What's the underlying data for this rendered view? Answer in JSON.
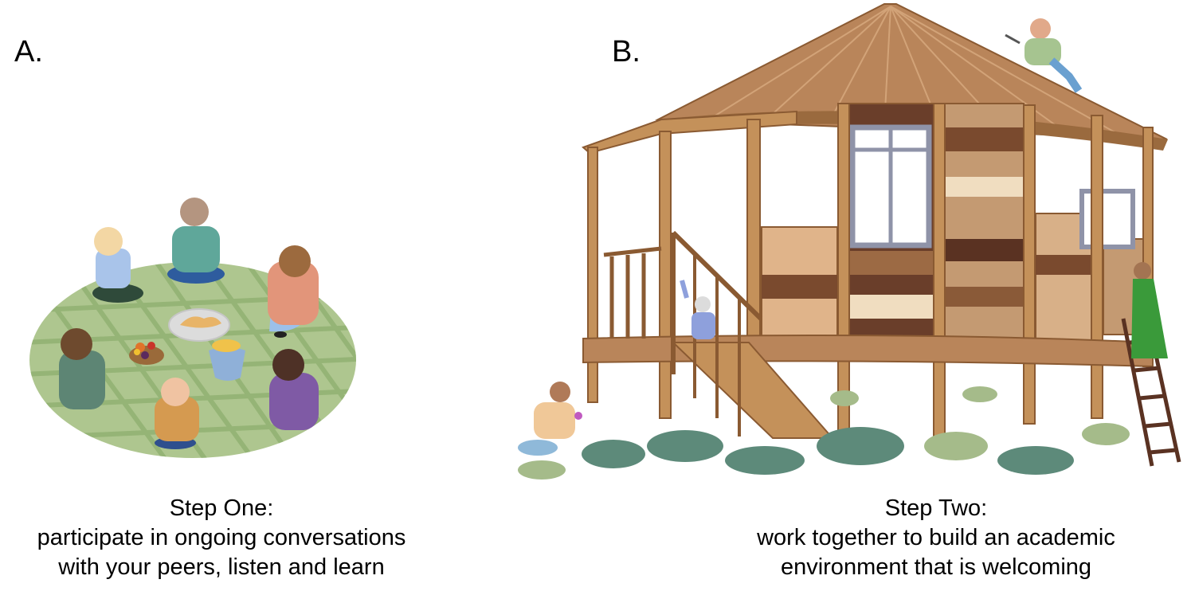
{
  "panel_a": {
    "label": "A.",
    "caption_title": "Step One:",
    "caption_line1": "participate in ongoing conversations",
    "caption_line2": "with your peers, listen and learn"
  },
  "panel_b": {
    "label": "B.",
    "caption_title": "Step Two:",
    "caption_line1": "work together to build an academic",
    "caption_line2": "environment that is welcoming"
  },
  "colors": {
    "blanket": "#a9c48a",
    "blanket_stripe": "#8fb070",
    "wood_light": "#c4915a",
    "wood_dark": "#8a5a32",
    "roof": "#b07a4e",
    "bush": "#5d8a7a",
    "bush_light": "#a5bb8a",
    "window": "#8f93a8"
  }
}
